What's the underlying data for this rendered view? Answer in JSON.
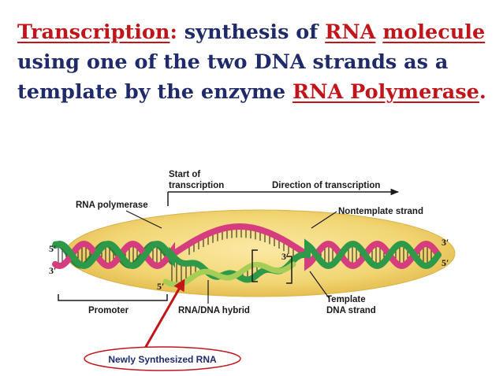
{
  "heading": {
    "term": "Transcription",
    "colon": ":",
    "text1": " synthesis of ",
    "rna": "RNA",
    "molecule": "molecule",
    "text2": " using one of the two DNA strands as a template by the enzyme ",
    "enzyme": "RNA Polymerase",
    "period": "."
  },
  "diagram": {
    "start_line1": "Start of",
    "start_line2": "transcription",
    "direction": "Direction of transcription",
    "rna_polymerase": "RNA polymerase",
    "nontemplate": "Nontemplate strand",
    "template_line1": "Template",
    "template_line2": "DNA strand",
    "promoter": "Promoter",
    "hybrid": "RNA/DNA hybrid",
    "five_prime": "5′",
    "three_prime": "3′",
    "newly_synthesized": "Newly Synthesized RNA"
  },
  "colors": {
    "heading_text": "#1f2a6b",
    "keyword": "#c0161b",
    "polymerase": "#f2d675",
    "nontemplate_strand": "#d63d7e",
    "template_strand": "#2e9a49",
    "rna_strand": "#a6cd56",
    "arrow": "#c0161b"
  }
}
